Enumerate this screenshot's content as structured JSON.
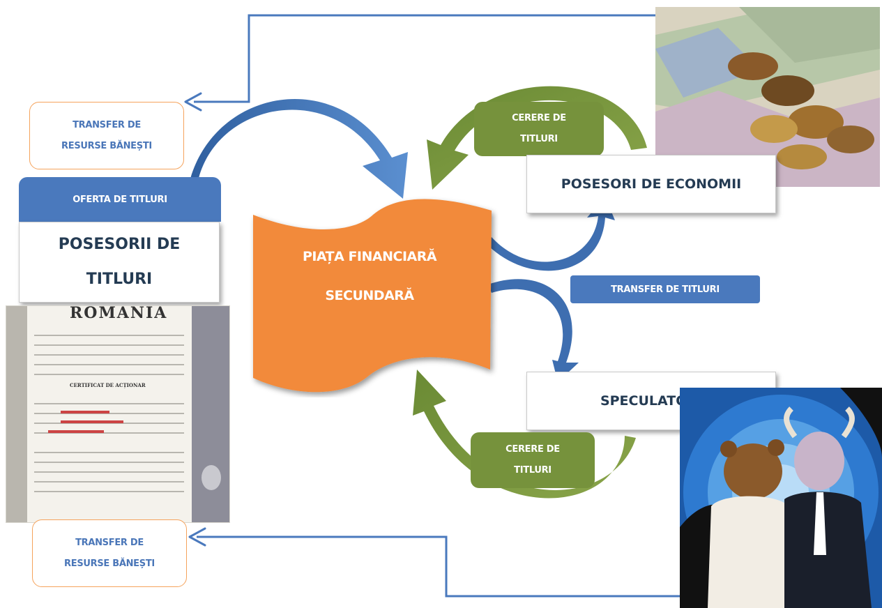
{
  "center": {
    "line1": "PIAȚA FINANCIARĂ",
    "line2": "SECUNDARĂ"
  },
  "transfer_top": {
    "line1": "TRANSFER DE",
    "line2": "RESURSE BĂNEȘTI"
  },
  "transfer_bottom": {
    "line1": "TRANSFER DE",
    "line2": "RESURSE BĂNEȘTI"
  },
  "oferta": "OFERTA DE TITLURI",
  "posesorii_titluri": {
    "line1": "POSESORII  DE",
    "line2": "TITLURI"
  },
  "cerere_top": {
    "line1": "CERERE DE",
    "line2": "TITLURI"
  },
  "cerere_bottom": {
    "line1": "CERERE DE",
    "line2": "TITLURI"
  },
  "posesori_economii": "POSESORI  DE ECONOMII",
  "transfer_titluri": "TRANSFER DE TITLURI",
  "speculatori": "SPECULATORI",
  "certificate": {
    "title": "ROMANIA",
    "subtitle": "CERTIFICAT DE ACȚIONAR"
  },
  "icons": {
    "money": "money-photo",
    "bear_bull": "bear-bull-illustration",
    "certificate": "share-certificate-image"
  },
  "colors": {
    "blue": "#4a79bd",
    "orange": "#f28a3a",
    "green": "#76923c",
    "dark_text": "#243b53",
    "orange_border": "#f5a35c"
  }
}
